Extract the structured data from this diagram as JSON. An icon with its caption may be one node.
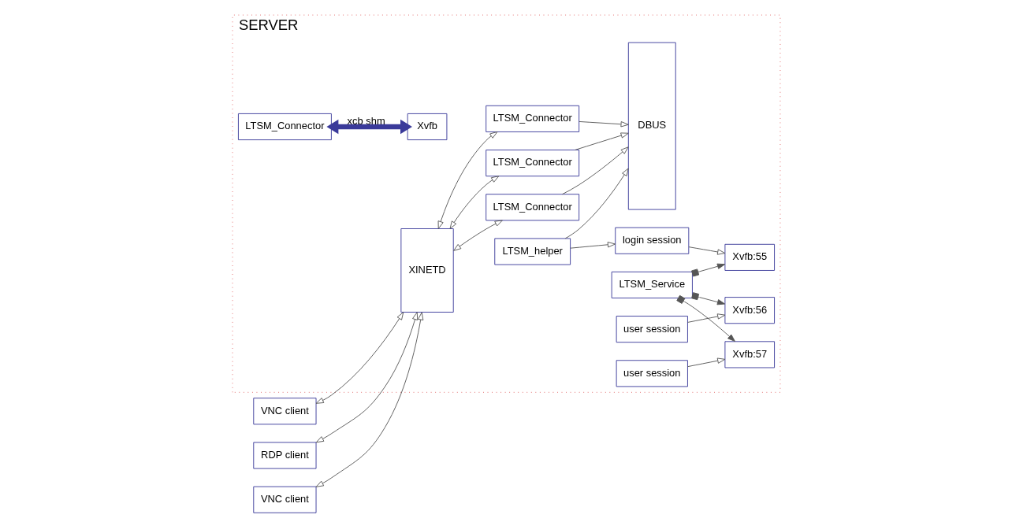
{
  "diagram": {
    "nodes": [
      {
        "text": [
          "SERVER"
        ]
      },
      {
        "text": [
          "LTSM_Service"
        ],
        "in": 0
      },
      {
        "text": [
          "VNC client"
        ]
      },
      {
        "text": [
          "XINETD"
        ],
        "in": 0
      },
      {
        "text": [
          "LTSM_Connector"
        ],
        "in": 0
      },
      {
        "text": [
          "DBUS"
        ],
        "in": 0
      },
      {
        "text": [
          "Xvfb:55"
        ],
        "in": 0
      },
      {
        "text": [
          "VNC client"
        ]
      },
      {
        "text": [
          "LTSM_Connector"
        ],
        "in": 0
      },
      {
        "text": [
          "login session"
        ],
        "in": 0
      },
      {
        "text": [
          "Xvfb:56"
        ],
        "in": 0
      },
      {
        "text": [
          "RDP client"
        ]
      },
      {
        "text": [
          "LTSM_Connector"
        ],
        "in": 0
      },
      {
        "text": [
          "LTSM_helper"
        ],
        "in": 0
      },
      {
        "text": [
          "user session"
        ],
        "in": 0
      },
      {
        "text": [
          "Xvfb:57"
        ],
        "in": 0
      },
      {
        "text": [
          "user session"
        ],
        "in": 0
      },
      {
        "text": [
          "LTSM_Connector"
        ],
        "in": 0
      },
      {
        "text": [
          "Xvfb"
        ],
        "in": 0
      }
    ],
    "edges": [
      {
        "from": 3,
        "to": 2,
        "arrow": "both"
      },
      {
        "from": 3,
        "to": 7,
        "arrow": "both"
      },
      {
        "from": 3,
        "to": 11,
        "arrow": "both"
      },
      {
        "from": 3,
        "to": 4,
        "arrow": "both"
      },
      {
        "from": 3,
        "to": 8,
        "arrow": "both"
      },
      {
        "from": 3,
        "to": 12,
        "arrow": "both"
      },
      {
        "from": 4,
        "to": 5,
        "arrow": "to"
      },
      {
        "from": 8,
        "to": 5,
        "arrow": "to"
      },
      {
        "from": 12,
        "to": 5,
        "arrow": "to"
      },
      {
        "from": 13,
        "to": 5,
        "arrow": "to"
      },
      {
        "from": 1,
        "to": 6,
        "arrow": "to"
      },
      {
        "from": 1,
        "to": 10,
        "arrow": "to"
      },
      {
        "from": 1,
        "to": 15,
        "arrow": "to"
      },
      {
        "from": 9,
        "to": 6,
        "arrow": "to"
      },
      {
        "from": 13,
        "to": 9,
        "arrow": "to"
      },
      {
        "from": 14,
        "to": 10,
        "arrow": "to"
      },
      {
        "from": 16,
        "to": 15,
        "arrow": "to"
      },
      {
        "from": 17,
        "to": 18,
        "arrow": "both",
        "label": "xcb shm",
        "style": "thick"
      }
    ]
  }
}
